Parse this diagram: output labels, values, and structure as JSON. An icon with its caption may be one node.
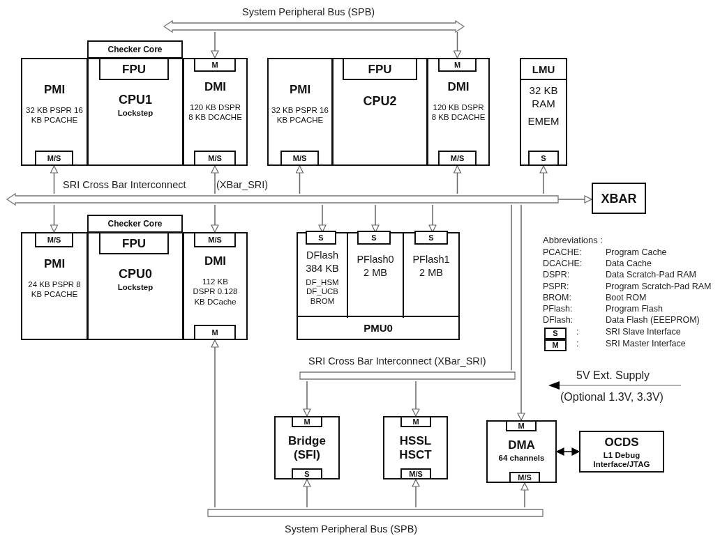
{
  "diagram": {
    "nodes": [
      {
        "text": [
          "System Peripheral Bus (SPB)"
        ]
      },
      {
        "text": [
          "Checker Core"
        ]
      },
      {
        "text": [
          "PMI",
          "32 KB PSPR 16 KB PCACHE"
        ]
      },
      {
        "text": [
          "M/S"
        ],
        "in": 2
      },
      {
        "text": [
          "CPU1",
          "Lockstep"
        ]
      },
      {
        "text": [
          "FPU"
        ],
        "in": 4
      },
      {
        "text": [
          "DMI",
          "120 KB DSPR 8 KB DCACHE"
        ]
      },
      {
        "text": [
          "M"
        ],
        "in": 6
      },
      {
        "text": [
          "M/S"
        ],
        "in": 6
      },
      {
        "text": [
          "PMI",
          "32 KB PSPR 16 KB PCACHE"
        ]
      },
      {
        "text": [
          "M/S"
        ],
        "in": 9
      },
      {
        "text": [
          "CPU2"
        ]
      },
      {
        "text": [
          "FPU"
        ],
        "in": 11
      },
      {
        "text": [
          "DMI",
          "120 KB DSPR 8 KB DCACHE"
        ]
      },
      {
        "text": [
          "M"
        ],
        "in": 13
      },
      {
        "text": [
          "M/S"
        ],
        "in": 13
      },
      {
        "text": [
          "LMU",
          "32 KB RAM",
          "EMEM"
        ]
      },
      {
        "text": [
          "S"
        ],
        "in": 16
      },
      {
        "text": [
          "SRI Cross Bar Interconnect",
          "(XBar_SRI)"
        ]
      },
      {
        "text": [
          "XBAR"
        ]
      },
      {
        "text": [
          "Checker Core"
        ]
      },
      {
        "text": [
          "PMI",
          "24 KB PSPR 8 KB PCACHE"
        ]
      },
      {
        "text": [
          "M/S"
        ],
        "in": 21
      },
      {
        "text": [
          "CPU0",
          "Lockstep"
        ]
      },
      {
        "text": [
          "FPU"
        ],
        "in": 23
      },
      {
        "text": [
          "DMI",
          "112 KB DSPR 0.128 KB DCache"
        ]
      },
      {
        "text": [
          "M/S"
        ],
        "in": 25
      },
      {
        "text": [
          "M"
        ],
        "in": 25
      },
      {
        "text": [
          "PMU0"
        ]
      },
      {
        "text": [
          "DFlash 384 KB",
          "DF_HSM DF_UCB BROM"
        ],
        "in": 28
      },
      {
        "text": [
          "S"
        ],
        "in": 29
      },
      {
        "text": [
          "PFlash0 2 MB"
        ],
        "in": 28
      },
      {
        "text": [
          "S"
        ],
        "in": 31
      },
      {
        "text": [
          "PFlash1 2 MB"
        ],
        "in": 28
      },
      {
        "text": [
          "S"
        ],
        "in": 33
      },
      {
        "text": [
          "SRI Cross Bar Interconnect (XBar_SRI)"
        ]
      },
      {
        "text": [
          "Bridge (SFI)"
        ]
      },
      {
        "text": [
          "M"
        ],
        "in": 36
      },
      {
        "text": [
          "S"
        ],
        "in": 36
      },
      {
        "text": [
          "HSSL HSCT"
        ]
      },
      {
        "text": [
          "M"
        ],
        "in": 39
      },
      {
        "text": [
          "M/S"
        ],
        "in": 39
      },
      {
        "text": [
          "DMA",
          "64 channels"
        ]
      },
      {
        "text": [
          "M"
        ],
        "in": 42
      },
      {
        "text": [
          "M/S"
        ],
        "in": 42
      },
      {
        "text": [
          "OCDS",
          "L1 Debug Interface/JTAG"
        ]
      },
      {
        "text": [
          "System Peripheral Bus (SPB)"
        ]
      }
    ],
    "edges": [
      {
        "from": 0,
        "to": 7,
        "arrow": "to"
      },
      {
        "from": 0,
        "to": 14,
        "arrow": "to"
      },
      {
        "from": 18,
        "to": 3,
        "arrow": "to"
      },
      {
        "from": 18,
        "to": 22,
        "arrow": "to"
      },
      {
        "from": 18,
        "to": 8,
        "arrow": "to"
      },
      {
        "from": 18,
        "to": 26,
        "arrow": "to"
      },
      {
        "from": 18,
        "to": 10,
        "arrow": "to"
      },
      {
        "from": 18,
        "to": 15,
        "arrow": "to"
      },
      {
        "from": 18,
        "to": 17,
        "arrow": "to"
      },
      {
        "from": 18,
        "to": 30,
        "arrow": "to"
      },
      {
        "from": 18,
        "to": 32,
        "arrow": "to"
      },
      {
        "from": 18,
        "to": 34,
        "arrow": "to"
      },
      {
        "from": 18,
        "to": 19,
        "arrow": "to"
      },
      {
        "from": 18,
        "to": 35,
        "arrow": "none"
      },
      {
        "from": 18,
        "to": 43,
        "arrow": "to"
      },
      {
        "from": 35,
        "to": 37,
        "arrow": "to"
      },
      {
        "from": 35,
        "to": 40,
        "arrow": "to"
      },
      {
        "from": 46,
        "to": 27,
        "arrow": "to"
      },
      {
        "from": 46,
        "to": 38,
        "arrow": "to"
      },
      {
        "from": 46,
        "to": 41,
        "arrow": "to"
      },
      {
        "from": 46,
        "to": 44,
        "arrow": "to"
      },
      {
        "from": 42,
        "to": 45,
        "arrow": "both",
        "color": "#000000"
      }
    ],
    "labels": [
      "Abbreviations :",
      "PCACHE:",
      "Program Cache",
      "DCACHE:",
      "Data Cache",
      "DSPR:",
      "Data Scratch-Pad RAM",
      "PSPR:",
      "Program Scratch-Pad RAM",
      "BROM:",
      "Boot ROM",
      "PFlash:",
      "Program Flash",
      "DFlash:",
      "Data Flash (EEEPROM)",
      "S",
      ":",
      "SRI Slave Interface",
      "M",
      ":",
      "SRI Master Interface",
      "5V Ext. Supply",
      "(Optional 1.3V, 3.3V)"
    ]
  }
}
